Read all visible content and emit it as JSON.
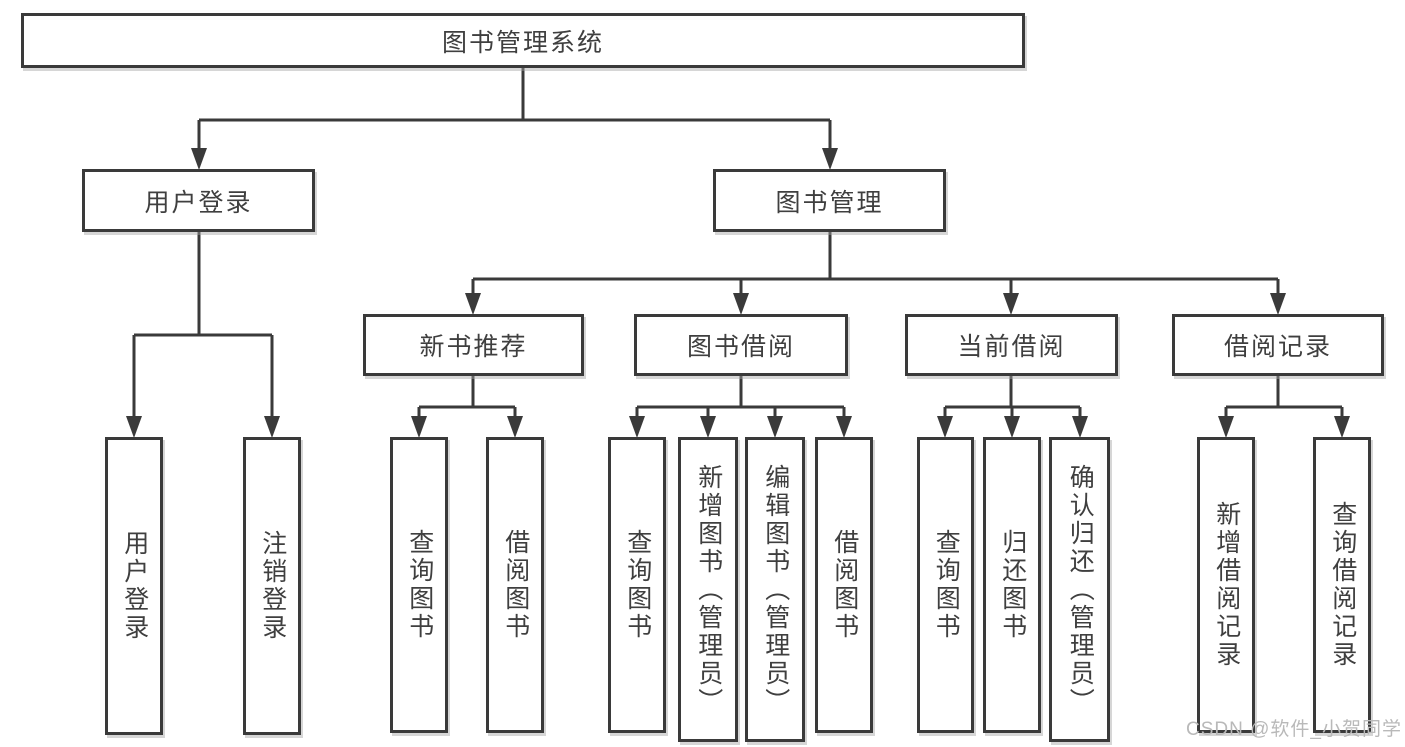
{
  "diagram": {
    "root": {
      "label": "图书管理系统"
    },
    "level2": [
      {
        "label": "用户登录"
      },
      {
        "label": "图书管理"
      }
    ],
    "level3": [
      {
        "label": "新书推荐"
      },
      {
        "label": "图书借阅"
      },
      {
        "label": "当前借阅"
      },
      {
        "label": "借阅记录"
      }
    ],
    "leaves": [
      {
        "label": "用户登录"
      },
      {
        "label": "注销登录"
      },
      {
        "label": "查询图书"
      },
      {
        "label": "借阅图书"
      },
      {
        "label": "查询图书"
      },
      {
        "label": "新增图书（管理员）"
      },
      {
        "label": "编辑图书（管理员）"
      },
      {
        "label": "借阅图书"
      },
      {
        "label": "查询图书"
      },
      {
        "label": "归还图书"
      },
      {
        "label": "确认归还（管理员）"
      },
      {
        "label": "新增借阅记录"
      },
      {
        "label": "查询借阅记录"
      }
    ]
  },
  "watermark": {
    "text": "CSDN @软件_小贺同学"
  },
  "colors": {
    "line": "#3a3a3a",
    "text": "#3f3f3f",
    "watermark": "#b9b9b9",
    "background": "#ffffff"
  }
}
